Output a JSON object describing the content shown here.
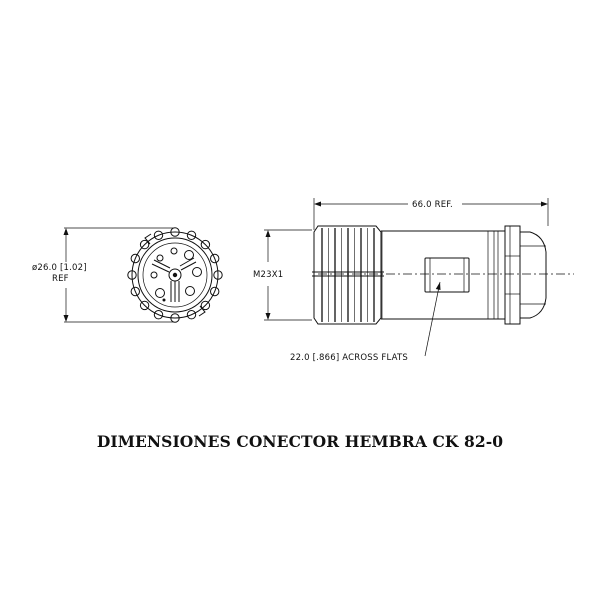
{
  "front_view": {
    "diameter_label": "ø26.0 [1.02]",
    "ref_label": "REF"
  },
  "side_view": {
    "length_label": "66.0 REF.",
    "thread_label": "M23X1",
    "flats_label": "22.0 [.866] ACROSS FLATS"
  },
  "caption": "DIMENSIONES CONECTOR HEMBRA CK 82-0"
}
